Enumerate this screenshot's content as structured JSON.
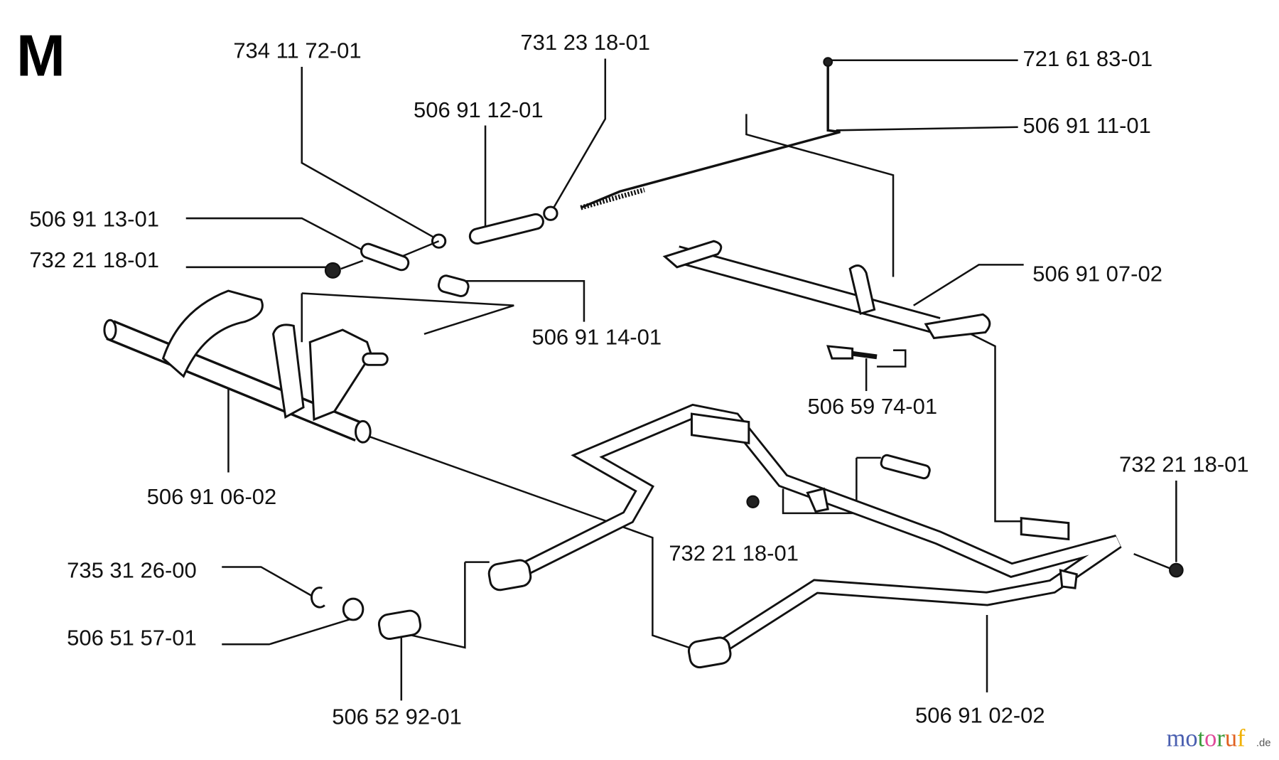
{
  "section_letter": "M",
  "part_labels": [
    "734 11 72-01",
    "731 23 18-01",
    "721 61 83-01",
    "506 91 12-01",
    "506 91 11-01",
    "506 91 13-01",
    "732 21 18-01",
    "506 91 07-02",
    "506 91 14-01",
    "506 59 74-01",
    "732 21 18-01",
    "506 91 06-02",
    "732 21 18-01",
    "735 31 26-00",
    "506 51 57-01",
    "506 52 92-01",
    "506 91 02-02"
  ],
  "watermark": {
    "text": "motoruf",
    "suffix": ".de",
    "colors": [
      "#4a5fb0",
      "#4a5fb0",
      "#3a9a3a",
      "#e04a9a",
      "#3a9a3a",
      "#e06020",
      "#f0b000"
    ]
  }
}
